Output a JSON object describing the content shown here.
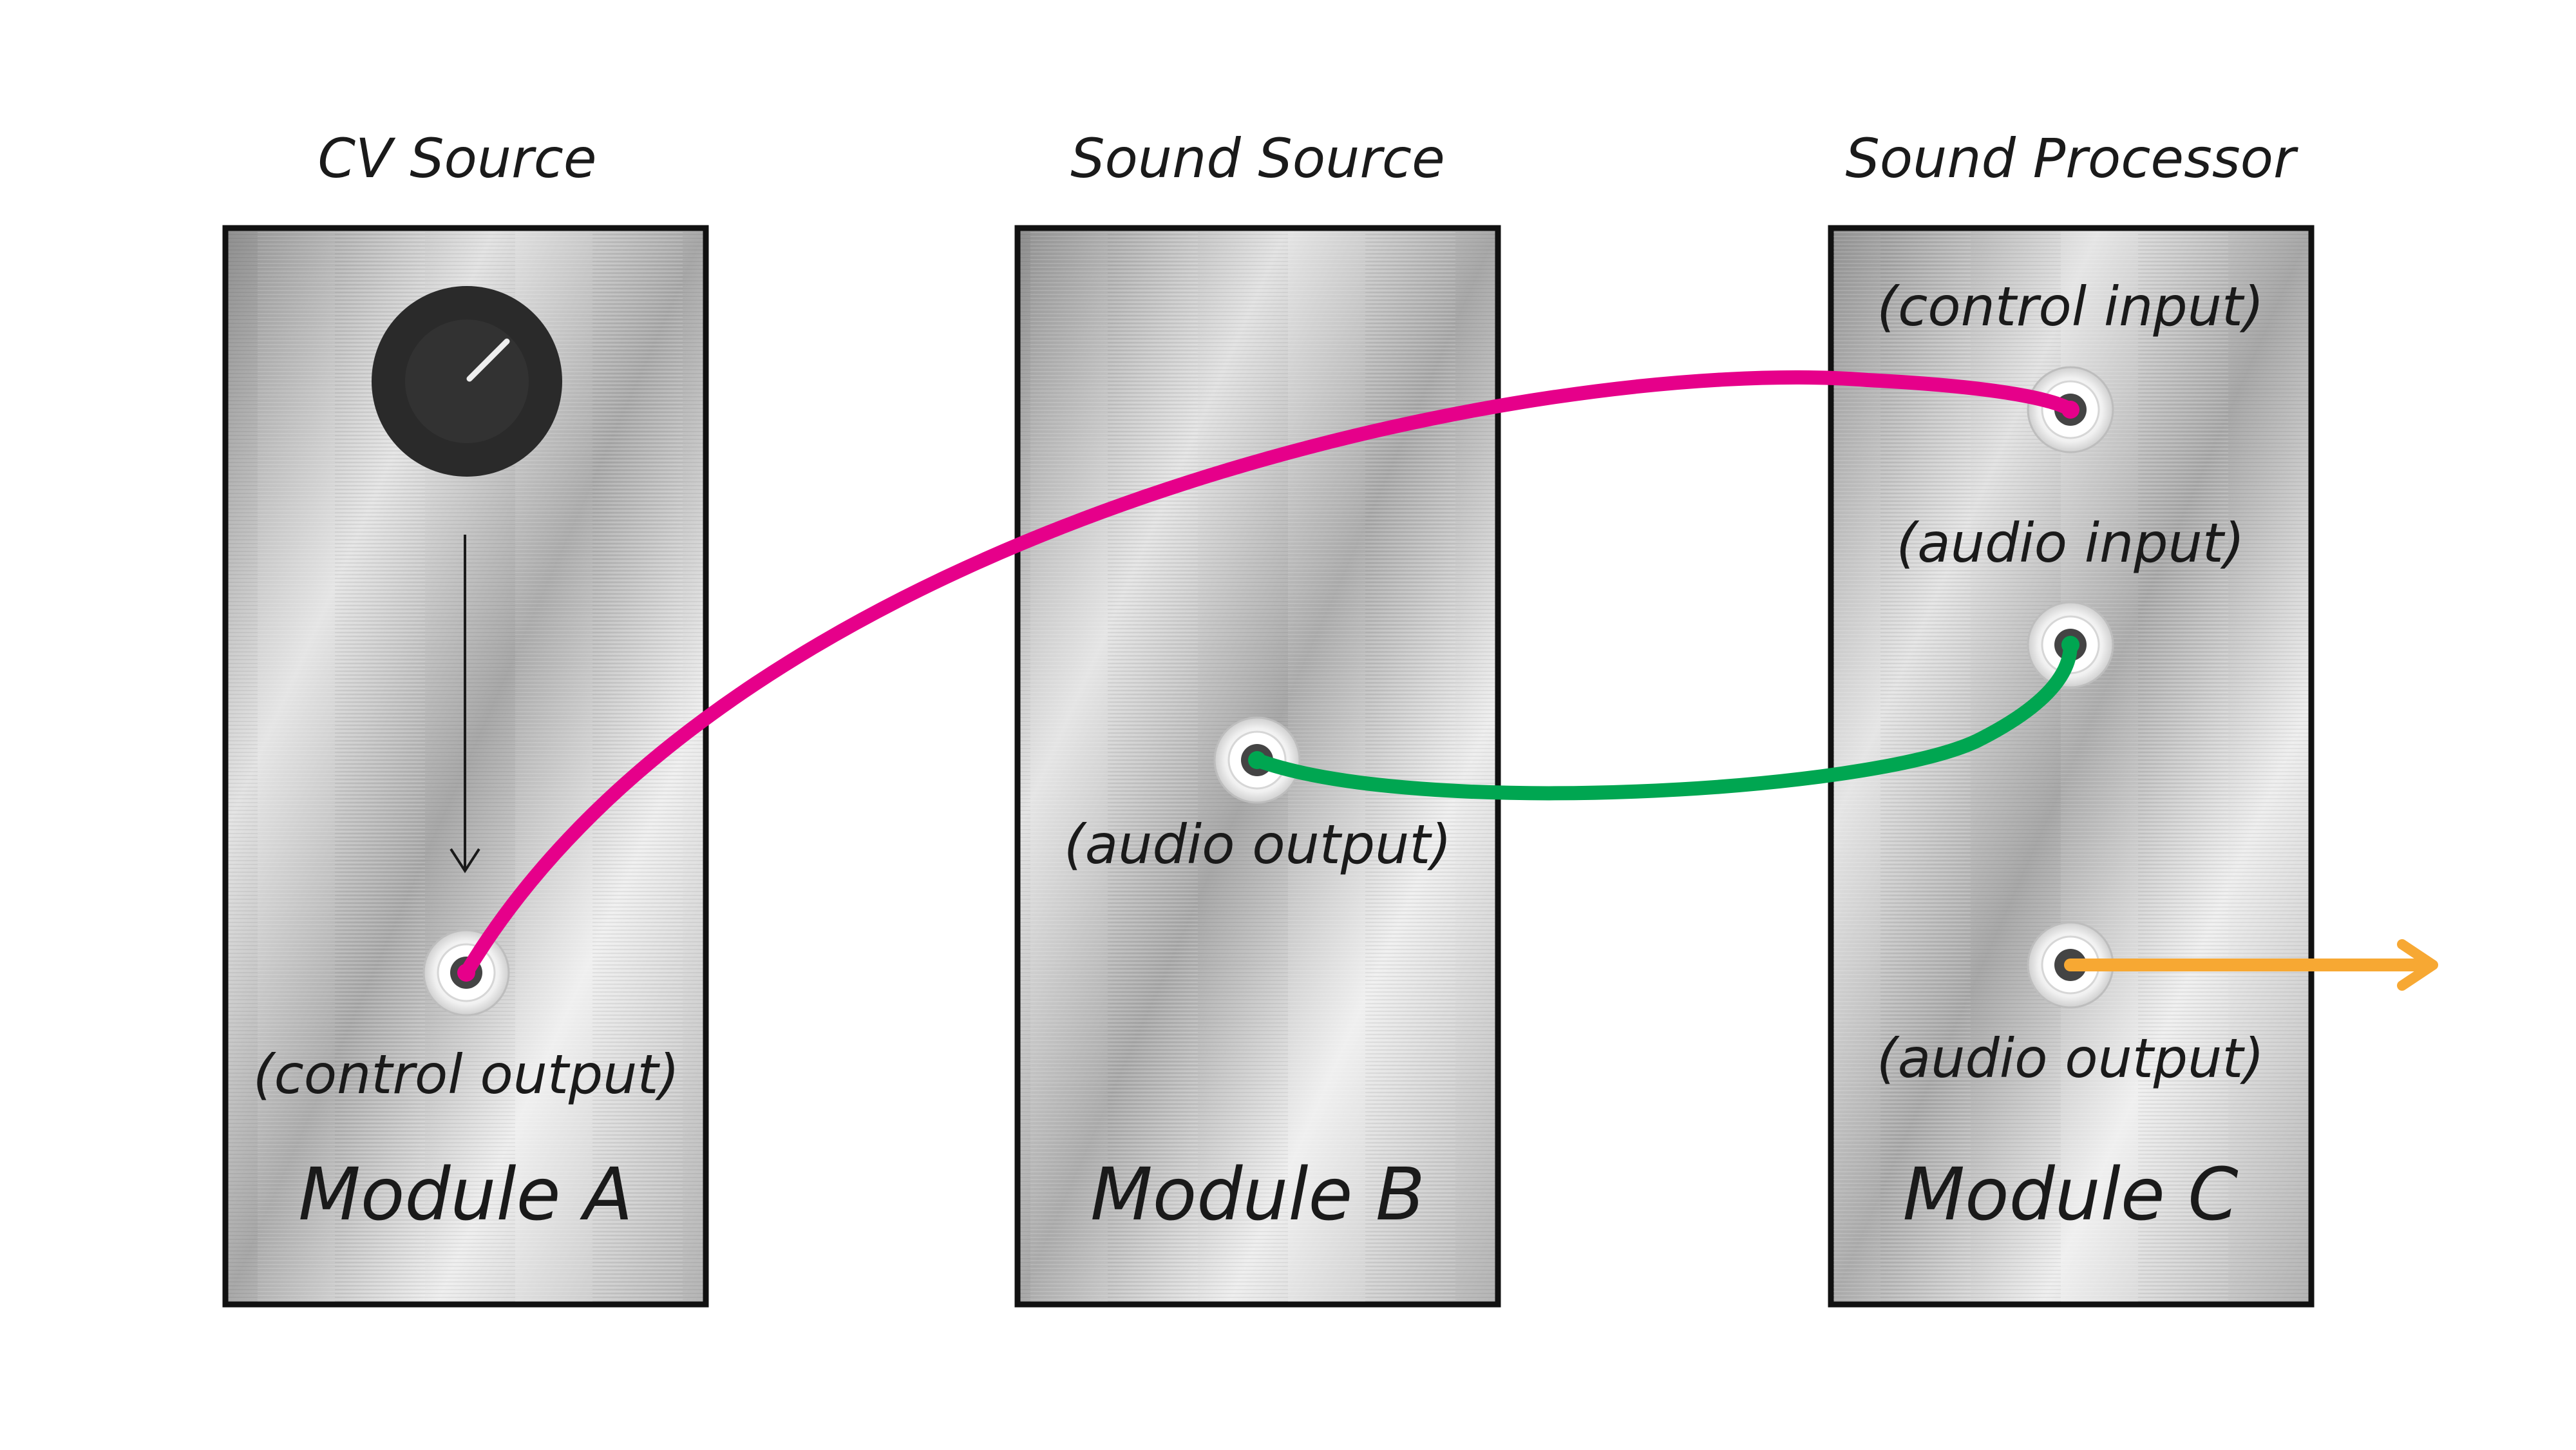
{
  "modules": [
    {
      "title": "CV Source",
      "name": "Module A",
      "knob": true,
      "jacks": [
        {
          "label": "(control output)",
          "label_position": "below"
        }
      ]
    },
    {
      "title": "Sound Source",
      "name": "Module B",
      "jacks": [
        {
          "label": "(audio output)",
          "label_position": "below"
        }
      ]
    },
    {
      "title": "Sound Processor",
      "name": "Module C",
      "jacks": [
        {
          "label": "(control input)",
          "label_position": "above"
        },
        {
          "label": "(audio input)",
          "label_position": "above"
        },
        {
          "label": "(audio output)",
          "label_position": "below"
        }
      ]
    }
  ],
  "cables": [
    {
      "from": "Module A (control output)",
      "to": "Module C (control input)",
      "color": "#e6008a"
    },
    {
      "from": "Module B (audio output)",
      "to": "Module C (audio input)",
      "color": "#00a651"
    }
  ],
  "output_arrow": {
    "from": "Module C (audio output)",
    "color": "#f7a833"
  },
  "knob_arrow_color": "#1a1a1a"
}
